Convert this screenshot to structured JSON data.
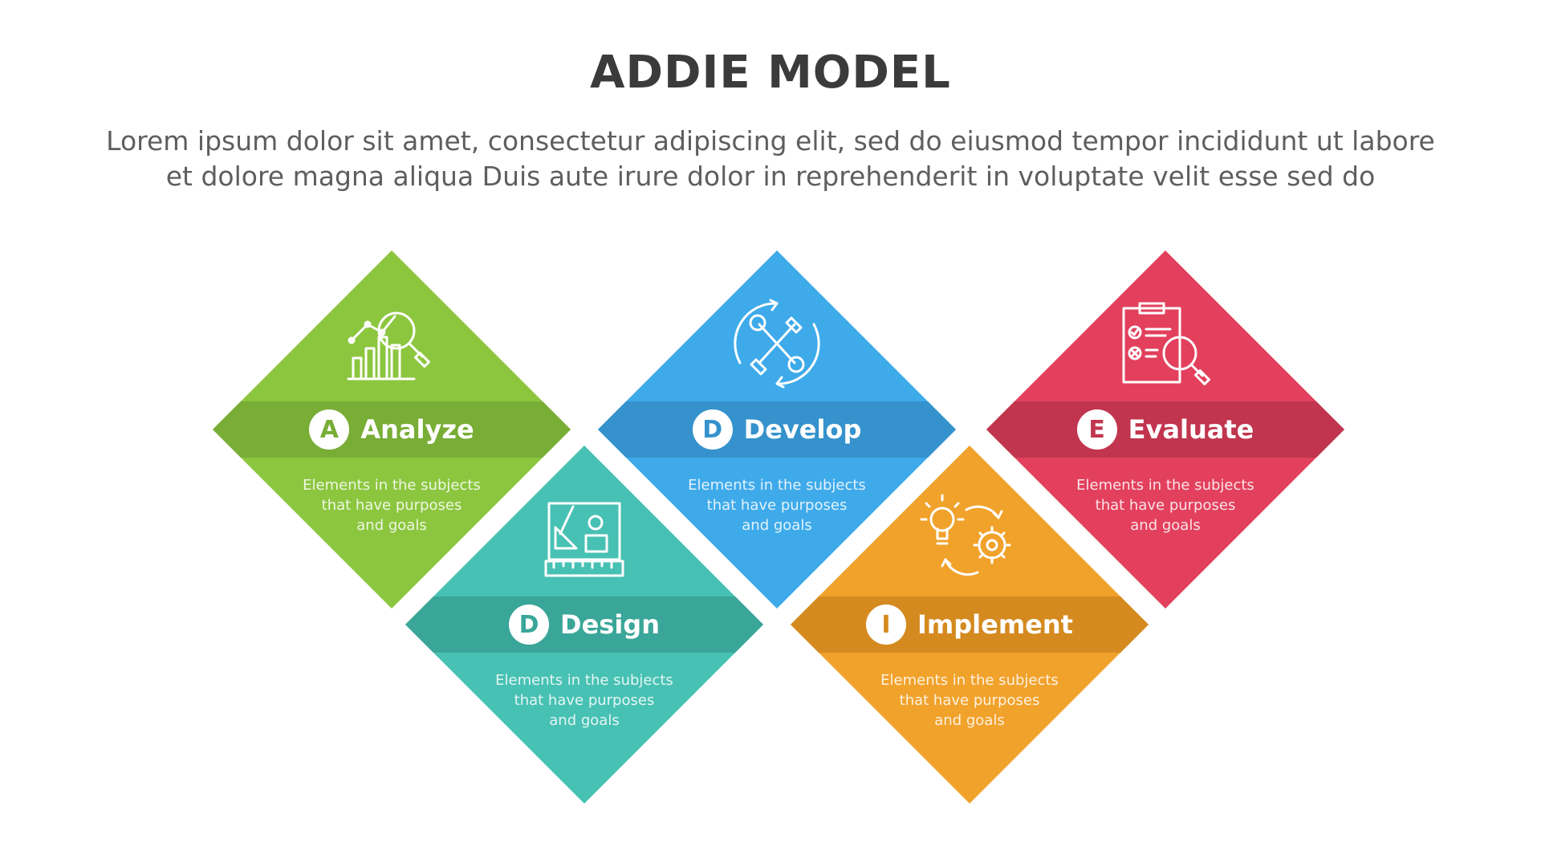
{
  "title": "ADDIE MODEL",
  "subtitle_line1": "Lorem ipsum dolor sit amet, consectetur adipiscing elit, sed do eiusmod tempor incididunt ut labore",
  "subtitle_line2": "et dolore magna aliqua Duis aute irure dolor in reprehenderit in voluptate velit esse sed do",
  "steps": [
    {
      "letter": "A",
      "name": "Analyze",
      "desc1": "Elements in the subjects",
      "desc2": "that have purposes",
      "desc3": "and  goals",
      "icon": "analytics-chart-magnifier-icon",
      "color": "#8cc63f",
      "band": "#78ad36"
    },
    {
      "letter": "D",
      "name": "Design",
      "desc1": "Elements in the subjects",
      "desc2": "that have purposes",
      "desc3": "and  goals",
      "icon": "blueprint-design-icon",
      "color": "#47c1b3",
      "band": "#3aa699"
    },
    {
      "letter": "D",
      "name": "Develop",
      "desc1": "Elements in the subjects",
      "desc2": "that have purposes",
      "desc3": "and  goals",
      "icon": "tools-cycle-icon",
      "color": "#3eaaea",
      "band": "#3592cc"
    },
    {
      "letter": "I",
      "name": "Implement",
      "desc1": "Elements in the subjects",
      "desc2": "that have purposes",
      "desc3": "and  goals",
      "icon": "idea-gear-cycle-icon",
      "color": "#f1a22b",
      "band": "#d48a1f"
    },
    {
      "letter": "E",
      "name": "Evaluate",
      "desc1": "Elements in the subjects",
      "desc2": "that have purposes",
      "desc3": "and  goals",
      "icon": "clipboard-magnifier-icon",
      "color": "#e2405c",
      "band": "#c1354f"
    }
  ]
}
